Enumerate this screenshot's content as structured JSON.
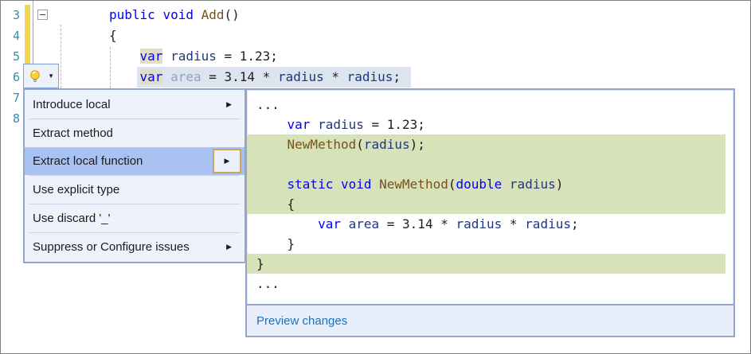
{
  "colors": {
    "accent_border": "#96a6c8",
    "menu_bg": "#edf2fb",
    "menu_highlight": "#a8c3f1",
    "menu_separator": "#c8d3e8",
    "submenu_button_border": "#cfa356",
    "green_line": "#d8e2b8",
    "selection_line": "#dce4f0",
    "var_highlight": "#e0dfc6",
    "keyword": "#0000ff",
    "identifier": "#1f377f",
    "method": "#74531f",
    "plain": "#1e1e1e",
    "faded_identifier": "#94a0bd",
    "line_number": "#2b91af",
    "link": "#1673c1",
    "footer_bg": "#e9eefb",
    "lightbulb_border": "#7ea0d4",
    "change_bar": "#f2d650"
  },
  "icons": {
    "submenu_arrow": "▶",
    "dropdown_arrow": "▼"
  },
  "editor": {
    "line_numbers": [
      "3",
      "4",
      "5",
      "6",
      "7",
      "8"
    ],
    "lines": [
      {
        "tokens": [
          {
            "t": "public",
            "c": "kw"
          },
          {
            "t": " ",
            "c": "pl"
          },
          {
            "t": "void",
            "c": "kw"
          },
          {
            "t": " ",
            "c": "pl"
          },
          {
            "t": "Add",
            "c": "meth"
          },
          {
            "t": "()",
            "c": "pl"
          }
        ]
      },
      {
        "tokens": [
          {
            "t": "{",
            "c": "pl"
          }
        ]
      },
      {
        "tokens": [
          {
            "t": "    ",
            "c": "pl"
          },
          {
            "t": "var",
            "c": "varhl"
          },
          {
            "t": " ",
            "c": "pl"
          },
          {
            "t": "radius",
            "c": "id"
          },
          {
            "t": " = 1.23;",
            "c": "pl"
          }
        ]
      },
      {
        "tokens": [
          {
            "t": "    ",
            "c": "pl"
          },
          {
            "t": "var",
            "c": "varhl"
          },
          {
            "t": " ",
            "c": "pl"
          },
          {
            "t": "area",
            "c": "fade"
          },
          {
            "t": " = 3.14 * ",
            "c": "pl"
          },
          {
            "t": "radius",
            "c": "id"
          },
          {
            "t": " * ",
            "c": "pl"
          },
          {
            "t": "radius",
            "c": "id"
          },
          {
            "t": ";",
            "c": "pl"
          }
        ]
      }
    ]
  },
  "menu": {
    "items": [
      {
        "label": "Introduce local",
        "chevron": true,
        "boxed_chevron": false,
        "selected": false,
        "separator_after": true
      },
      {
        "label": "Extract method",
        "chevron": false,
        "boxed_chevron": false,
        "selected": false,
        "separator_after": false
      },
      {
        "label": "Extract local function",
        "chevron": true,
        "boxed_chevron": true,
        "selected": true,
        "separator_after": true
      },
      {
        "label": "Use explicit type",
        "chevron": false,
        "boxed_chevron": false,
        "selected": false,
        "separator_after": true
      },
      {
        "label": "Use discard '_'",
        "chevron": false,
        "boxed_chevron": false,
        "selected": false,
        "separator_after": true
      },
      {
        "label": "Suppress or Configure issues",
        "chevron": true,
        "boxed_chevron": false,
        "selected": false,
        "separator_after": false
      }
    ]
  },
  "preview": {
    "footer_label": "Preview changes",
    "lines": [
      {
        "green": false,
        "tokens": [
          {
            "t": "...",
            "c": "pl"
          }
        ]
      },
      {
        "green": false,
        "tokens": [
          {
            "t": "    ",
            "c": "pl"
          },
          {
            "t": "var",
            "c": "kw"
          },
          {
            "t": " ",
            "c": "pl"
          },
          {
            "t": "radius",
            "c": "id"
          },
          {
            "t": " = 1.23;",
            "c": "pl"
          }
        ]
      },
      {
        "green": true,
        "tokens": [
          {
            "t": "    ",
            "c": "pl"
          },
          {
            "t": "NewMethod",
            "c": "meth"
          },
          {
            "t": "(",
            "c": "pl"
          },
          {
            "t": "radius",
            "c": "id"
          },
          {
            "t": ");",
            "c": "pl"
          }
        ]
      },
      {
        "green": true,
        "tokens": []
      },
      {
        "green": true,
        "tokens": [
          {
            "t": "    ",
            "c": "pl"
          },
          {
            "t": "static",
            "c": "kw"
          },
          {
            "t": " ",
            "c": "pl"
          },
          {
            "t": "void",
            "c": "kw"
          },
          {
            "t": " ",
            "c": "pl"
          },
          {
            "t": "NewMethod",
            "c": "meth"
          },
          {
            "t": "(",
            "c": "pl"
          },
          {
            "t": "double",
            "c": "kw"
          },
          {
            "t": " ",
            "c": "pl"
          },
          {
            "t": "radius",
            "c": "id"
          },
          {
            "t": ")",
            "c": "pl"
          }
        ]
      },
      {
        "green": true,
        "tokens": [
          {
            "t": "    {",
            "c": "pl"
          }
        ]
      },
      {
        "green": false,
        "tokens": [
          {
            "t": "        ",
            "c": "pl"
          },
          {
            "t": "var",
            "c": "kw"
          },
          {
            "t": " ",
            "c": "pl"
          },
          {
            "t": "area",
            "c": "id"
          },
          {
            "t": " = 3.14 * ",
            "c": "pl"
          },
          {
            "t": "radius",
            "c": "id"
          },
          {
            "t": " * ",
            "c": "pl"
          },
          {
            "t": "radius",
            "c": "id"
          },
          {
            "t": ";",
            "c": "pl"
          }
        ]
      },
      {
        "green": false,
        "tokens": [
          {
            "t": "    }",
            "c": "pl"
          }
        ]
      },
      {
        "green": true,
        "tokens": [
          {
            "t": "}",
            "c": "pl"
          }
        ]
      },
      {
        "green": false,
        "tokens": [
          {
            "t": "...",
            "c": "pl"
          }
        ]
      }
    ]
  }
}
